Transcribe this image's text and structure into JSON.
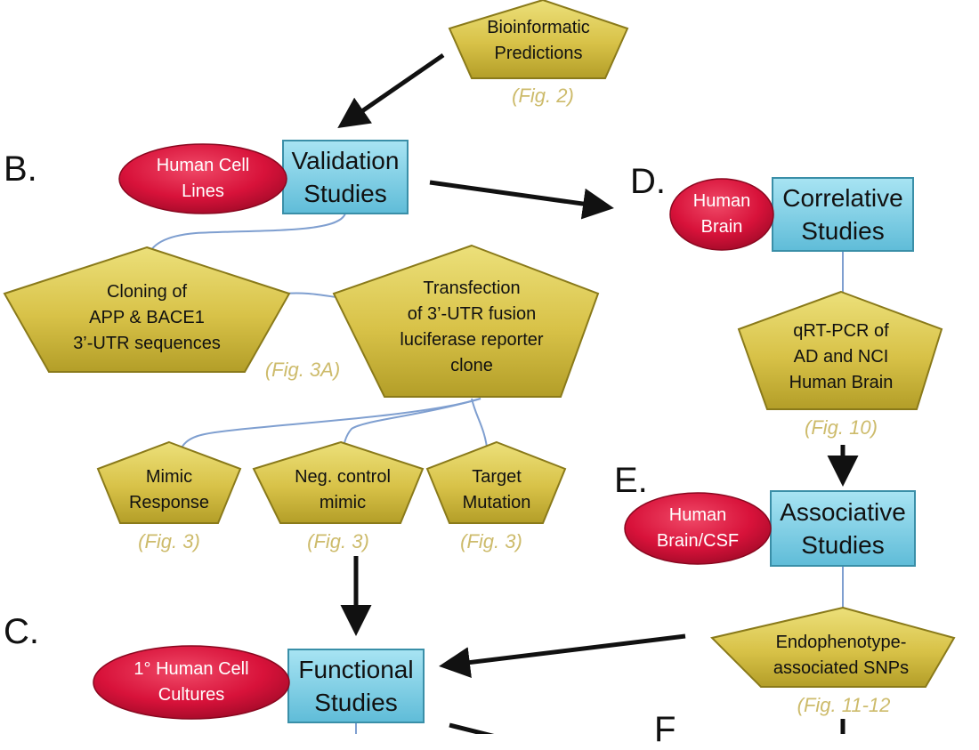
{
  "section_letters": {
    "b": "B.",
    "c": "C.",
    "d": "D.",
    "e": "E.",
    "f": "F"
  },
  "nodes": {
    "bioinformatic": {
      "lines": [
        "Bioinformatic",
        "Predictions"
      ],
      "fig": "(Fig. 2)"
    },
    "human_cell_lines": {
      "lines": [
        "Human Cell",
        "Lines"
      ]
    },
    "validation_studies": {
      "lines": [
        "Validation",
        "Studies"
      ]
    },
    "cloning": {
      "lines": [
        "Cloning of",
        "APP & BACE1",
        "3’-UTR sequences"
      ],
      "fig": "(Fig. 3A)"
    },
    "transfection": {
      "lines": [
        "Transfection",
        "of 3’-UTR fusion",
        "luciferase reporter",
        "clone"
      ]
    },
    "mimic_response": {
      "lines": [
        "Mimic",
        "Response"
      ],
      "fig": "(Fig. 3)"
    },
    "neg_control": {
      "lines": [
        "Neg. control",
        "mimic"
      ],
      "fig": "(Fig. 3)"
    },
    "target_mutation": {
      "lines": [
        "Target",
        "Mutation"
      ],
      "fig": "(Fig. 3)"
    },
    "human_cell_cultures": {
      "lines": [
        "1° Human Cell",
        "Cultures"
      ]
    },
    "functional_studies": {
      "lines": [
        "Functional",
        "Studies"
      ]
    },
    "human_brain": {
      "lines": [
        "Human",
        "Brain"
      ]
    },
    "correlative_studies": {
      "lines": [
        "Correlative",
        "Studies"
      ]
    },
    "qrtpcr": {
      "lines": [
        "qRT-PCR of",
        "AD and NCI",
        "Human Brain"
      ],
      "fig": "(Fig. 10)"
    },
    "human_brain_csf": {
      "lines": [
        "Human",
        "Brain/CSF"
      ]
    },
    "associative_studies": {
      "lines": [
        "Associative",
        "Studies"
      ]
    },
    "endophenotype": {
      "lines": [
        "Endophenotype-",
        "associated SNPs"
      ],
      "fig": "(Fig. 11-12"
    }
  },
  "colors": {
    "pentagon_fill": "#d8c248",
    "pentagon_dark": "#8a7a1a",
    "box_fill": "#7fd0e6",
    "box_dark": "#3a8fa8",
    "ellipse_fill": "#d8123a",
    "connector": "#7f9fd0",
    "figure_ref": "#cdbb6b"
  }
}
